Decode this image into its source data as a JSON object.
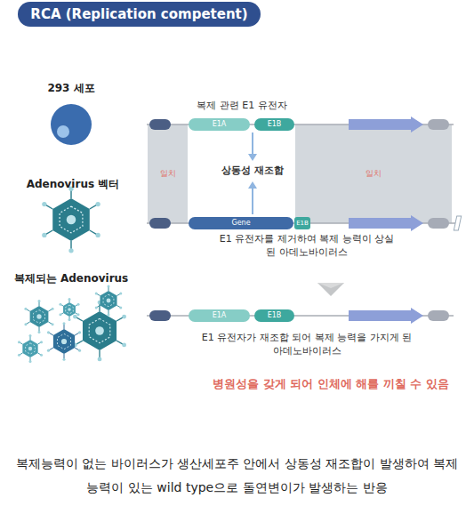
{
  "diagram": {
    "title": "RCA (Replication competent)",
    "caption": "복제능력이 없는 바이러스가 생산세포주 안에서 상동성 재조합이 발생하여 복제능력이 있는 wild type으로 돌연변이가 발생하는 반응",
    "nodes": [
      {
        "text": [
          "E1A"
        ]
      },
      {
        "text": [
          "E1B"
        ]
      },
      {
        "text": [
          "일치"
        ]
      },
      {
        "text": [
          "일치"
        ]
      },
      {
        "text": [
          "Gene"
        ]
      },
      {
        "text": [
          "E1B"
        ]
      },
      {
        "text": [
          "E1A"
        ]
      },
      {
        "text": [
          "E1B"
        ]
      }
    ],
    "labels": [
      "293 세포",
      "Adenovirus 벡터",
      "복제되는 Adenovirus",
      "복제 관련 E1 유전자",
      "상동성 재조합",
      "E1 유전자를 제거하여 복제 능력이 상실된 아데노바이러스",
      "E1 유전자가 재조합 되어 복제 능력을 가지게 된 아데노바이러스",
      "병원성을 갖게 되어 인체에 해를 끼칠 수 있음"
    ]
  }
}
